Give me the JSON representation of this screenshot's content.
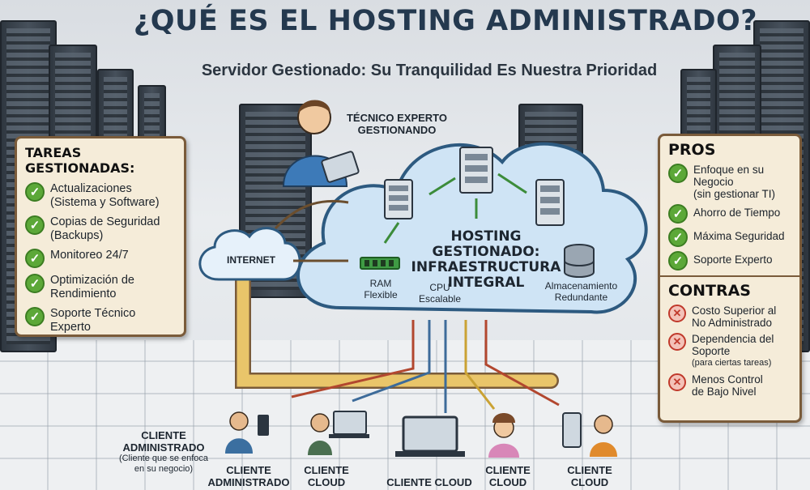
{
  "title": "¿QUÉ ES EL HOSTING ADMINISTRADO?",
  "subtitle": "Servidor Gestionado: Su Tranquilidad Es Nuestra Prioridad",
  "technician": {
    "label_line1": "TÉCNICO EXPERTO",
    "label_line2": "GESTIONANDO"
  },
  "internet": {
    "label": "INTERNET"
  },
  "cloud": {
    "title_line1": "HOSTING",
    "title_line2": "GESTIONADO:",
    "title_line3": "INFRAESTRUCTURA",
    "title_line4": "INTEGRAL",
    "ram_line1": "RAM",
    "ram_line2": "Flexible",
    "cpu_line1": "CPU",
    "cpu_line2": "Escalable",
    "storage_line1": "Almacenamiento",
    "storage_line2": "Redundante"
  },
  "tasks": {
    "heading": "TAREAS GESTIONADAS:",
    "items": [
      {
        "line1": "Actualizaciones",
        "line2": "(Sistema y Software)"
      },
      {
        "line1": "Copias de Seguridad",
        "line2": "(Backups)"
      },
      {
        "line1": "Monitoreo 24/7",
        "line2": ""
      },
      {
        "line1": "Optimización de",
        "line2": "Rendimiento"
      },
      {
        "line1": "Soporte Técnico",
        "line2": "Experto"
      }
    ]
  },
  "pros": {
    "heading": "PROS",
    "items": [
      {
        "line1": "Enfoque en su",
        "line2": "Negocio",
        "line3": "(sin gestionar TI)"
      },
      {
        "line1": "Ahorro de Tiempo",
        "line2": "",
        "line3": ""
      },
      {
        "line1": "Máxima Seguridad",
        "line2": "",
        "line3": ""
      },
      {
        "line1": "Soporte Experto",
        "line2": "",
        "line3": ""
      }
    ]
  },
  "contras": {
    "heading": "CONTRAS",
    "items": [
      {
        "line1": "Costo Superior al",
        "line2": "No Administrado",
        "line3": ""
      },
      {
        "line1": "Dependencia del",
        "line2": "Soporte",
        "line3": "(para ciertas tareas)"
      },
      {
        "line1": "Menos Control",
        "line2": "de Bajo Nivel",
        "line3": ""
      }
    ]
  },
  "client_main": {
    "line1": "CLIENTE",
    "line2": "ADMINISTRADO",
    "note1": "(Cliente que se enfoca",
    "note2": "en su negocio)"
  },
  "clients": [
    {
      "line1": "CLIENTE",
      "line2": "ADMINISTRADO"
    },
    {
      "line1": "CLIENTE",
      "line2": "CLOUD"
    },
    {
      "line1": "CLIENTE CLOUD",
      "line2": ""
    },
    {
      "line1": "CLIENTE",
      "line2": "CLOUD"
    },
    {
      "line1": "CLIENTE",
      "line2": "CLOUD"
    }
  ],
  "colors": {
    "panel_bg": "#f5ecd9",
    "panel_border": "#7a5b3a",
    "check": "#5ca838",
    "cross": "#c0392b",
    "cloud": "#cfe4f5",
    "pipe": "#e9c56a"
  }
}
